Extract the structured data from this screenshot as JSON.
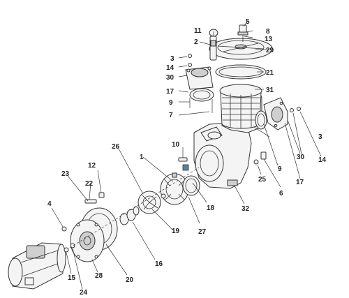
{
  "callouts": {
    "c1": "1",
    "c2": "2",
    "c3a": "3",
    "c3b": "3",
    "c4": "4",
    "c5": "5",
    "c6": "6",
    "c7": "7",
    "c8": "8",
    "c9a": "9",
    "c9b": "9",
    "c10": "10",
    "c11": "11",
    "c12": "12",
    "c13": "13",
    "c14a": "14",
    "c14b": "14",
    "c15": "15",
    "c16": "16",
    "c17a": "17",
    "c17b": "17",
    "c18": "18",
    "c19": "19",
    "c20": "20",
    "c21": "21",
    "c22": "22",
    "c23": "23",
    "c24": "24",
    "c25": "25",
    "c26": "26",
    "c27": "27",
    "c28": "28",
    "c29": "29",
    "c30a": "30",
    "c30b": "30",
    "c31": "31",
    "c32": "32"
  }
}
